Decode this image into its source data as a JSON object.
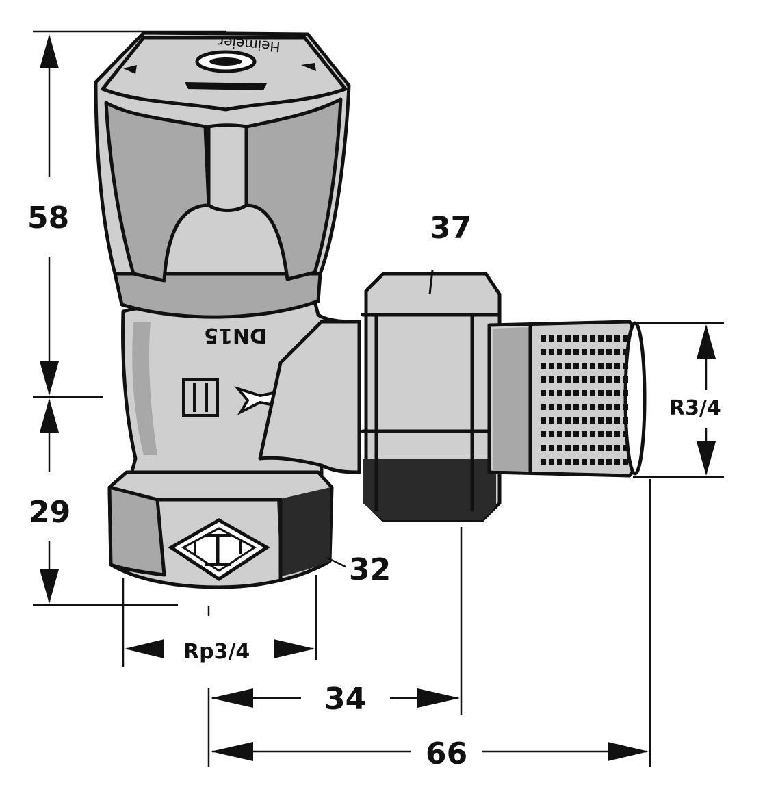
{
  "dimensions": {
    "height_top": "58",
    "height_bottom": "29",
    "nut_size": "37",
    "hex_size": "32",
    "inlet_thread": "Rp3/4",
    "outlet_thread": "R3/4",
    "offset_34": "34",
    "length_66": "66"
  },
  "markings": {
    "brand": "Heimeier",
    "size": "DN15"
  }
}
